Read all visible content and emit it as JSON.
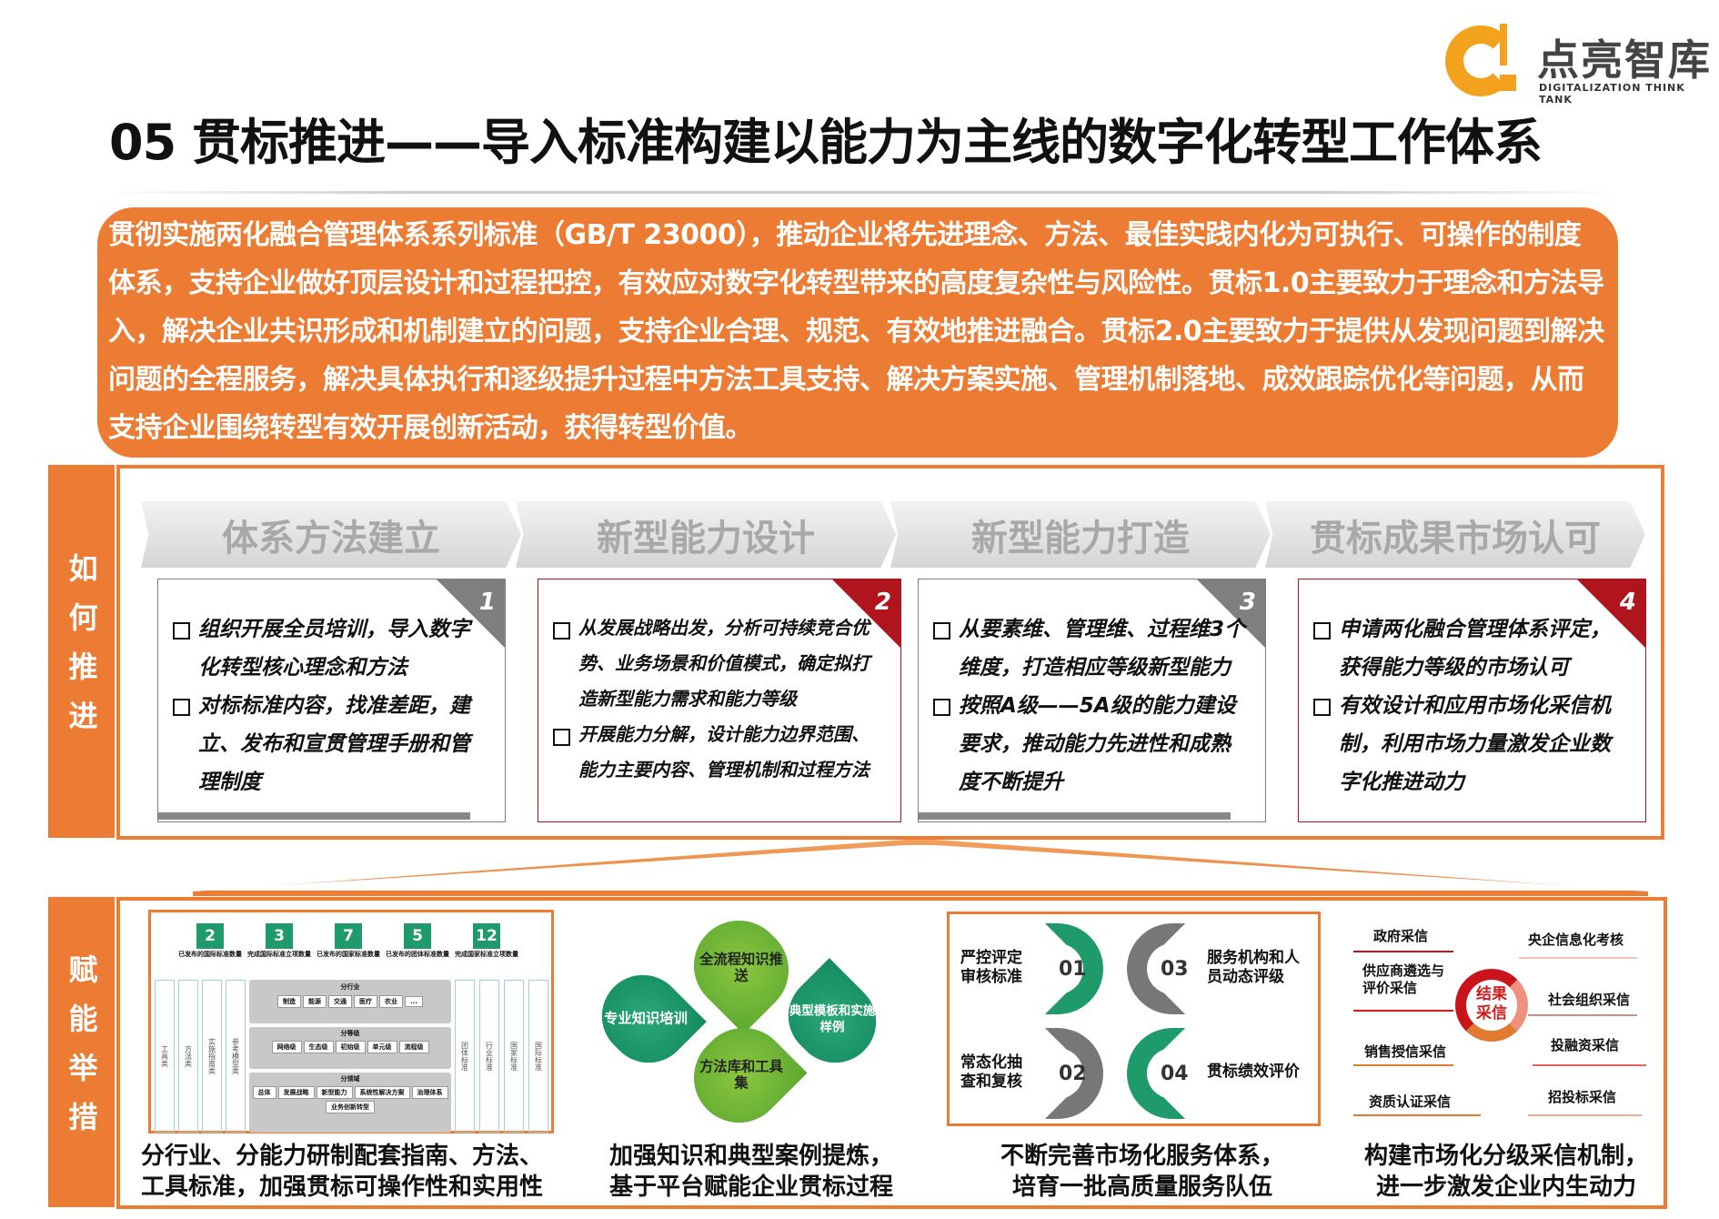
{
  "title": "05 贯标推进——导入标准构建以能力为主线的数字化转型工作体系",
  "logo": {
    "cn": "点亮智库",
    "en": "DIGITALIZATION THINK TANK"
  },
  "intro": "贯彻实施两化融合管理体系系列标准（GB/T 23000），推动企业将先进理念、方法、最佳实践内化为可执行、可操作的制度体系，支持企业做好顶层设计和过程把控，有效应对数字化转型带来的高度复杂性与风险性。贯标1.0主要致力于理念和方法导入，解决企业共识形成和机制建立的问题，支持企业合理、规范、有效地推进融合。贯标2.0主要致力于提供从发现问题到解决问题的全程服务，解决具体执行和逐级提升过程中方法工具支持、解决方案实施、管理机制落地、成效跟踪优化等问题，从而支持企业围绕转型有效开展创新活动，获得转型价值。",
  "how": {
    "label": "如何推进",
    "steps": [
      {
        "title": "体系方法建立",
        "num": "1",
        "color": "#7f7f7f",
        "items": [
          "组织开展全员培训，导入数字化转型核心理念和方法",
          "对标标准内容，找准差距，建立、发布和宣贯管理手册和管理制度"
        ]
      },
      {
        "title": "新型能力设计",
        "num": "2",
        "color": "#b0141c",
        "items": [
          "从发展战略出发，分析可持续竞合优势、业务场景和价值模式，确定拟打造新型能力需求和能力等级",
          "开展能力分解，设计能力边界范围、能力主要内容、管理机制和过程方法"
        ]
      },
      {
        "title": "新型能力打造",
        "num": "3",
        "color": "#7f7f7f",
        "items": [
          "从要素维、管理维、过程维3个维度，打造相应等级新型能力",
          "按照A级——5A级的能力建设要求，推动能力先进性和成熟度不断提升"
        ]
      },
      {
        "title": "贯标成果市场认可",
        "num": "4",
        "color": "#b0141c",
        "items": [
          "申请两化融合管理体系评定，获得能力等级的市场认可",
          "有效设计和应用市场化采信机制，利用市场力量激发企业数字化推进动力"
        ]
      }
    ]
  },
  "measures": {
    "label": "赋能举措",
    "p1": {
      "stats": [
        {
          "n": "2",
          "l": "已发布的国际标准数量"
        },
        {
          "n": "3",
          "l": "完成国际标准立项数量"
        },
        {
          "n": "7",
          "l": "已发布的国家标准数量"
        },
        {
          "n": "5",
          "l": "已发布的团体标准数量"
        },
        {
          "n": "12",
          "l": "完成国家标准立项数量"
        }
      ],
      "left_cols": [
        "工具类",
        "方法类",
        "实施指南类",
        "参考模型类"
      ],
      "right_cols": [
        "团体标准",
        "行业标准",
        "国家标准",
        "国际标准"
      ],
      "industry": {
        "title": "分行业",
        "items": [
          "制造",
          "能源",
          "交通",
          "医疗",
          "农业",
          "..."
        ]
      },
      "level": {
        "title": "分等级",
        "items": [
          "网络级",
          "生态级",
          "初始级",
          "单元级",
          "流程级"
        ]
      },
      "domain": {
        "title": "分领域",
        "items": [
          "总体",
          "发展战略",
          "新型能力",
          "系统性解决方案",
          "治理体系",
          "业务创新转型"
        ]
      },
      "caption": [
        "分行业、分能力研制配套指南、方法、",
        "工具标准，加强贯标可操作性和实用性"
      ]
    },
    "p2": {
      "petals": [
        "全流程知识推送",
        "专业知识培训",
        "典型模板和实施样例",
        "方法库和工具集"
      ],
      "caption": [
        "加强知识和典型案例提炼，",
        "基于平台赋能企业贯标过程"
      ]
    },
    "p3": {
      "items": [
        {
          "n": "01",
          "t": "严控评定审核标准"
        },
        {
          "n": "02",
          "t": "常态化抽查和复核"
        },
        {
          "n": "03",
          "t": "服务机构和人员动态评级"
        },
        {
          "n": "04",
          "t": "贯标绩效评价"
        }
      ],
      "caption": [
        "不断完善市场化服务体系，",
        "培育一批高质量服务队伍"
      ]
    },
    "p4": {
      "center": "结果采信",
      "left": [
        "政府采信",
        "供应商遴选与评价采信",
        "销售授信采信",
        "资质认证采信"
      ],
      "right": [
        "央企信息化考核",
        "社会组织采信",
        "投融资采信",
        "招投标采信"
      ],
      "caption": [
        "构建市场化分级采信机制，",
        "进一步激发企业内生动力"
      ]
    }
  },
  "colors": {
    "orange": "#ec7c33",
    "green": "#1f9a6a",
    "red": "#b0141c"
  }
}
